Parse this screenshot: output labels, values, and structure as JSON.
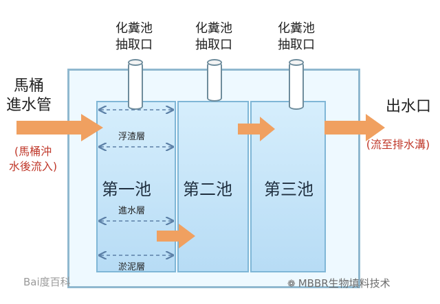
{
  "pipe_labels": [
    {
      "line1": "化糞池",
      "line2": "抽取口"
    },
    {
      "line1": "化糞池",
      "line2": "抽取口"
    },
    {
      "line1": "化糞池",
      "line2": "抽取口"
    }
  ],
  "inlet": {
    "line1": "馬桶",
    "line2": "進水管",
    "note1": "(馬桶沖",
    "note2": "水後流入)"
  },
  "outlet": {
    "label": "出水口",
    "note": "(流至排水溝)"
  },
  "chambers": [
    "第一池",
    "第二池",
    "第三池"
  ],
  "layers": {
    "top": "浮渣層",
    "middle": "進水層",
    "bottom": "淤泥層"
  },
  "watermarks": {
    "left": "Bai度百科",
    "right": "MBBR生物填料技术"
  },
  "colors": {
    "arrow": "#f0a060",
    "dashed": "#5b7fa6",
    "note": "#c0392b"
  }
}
